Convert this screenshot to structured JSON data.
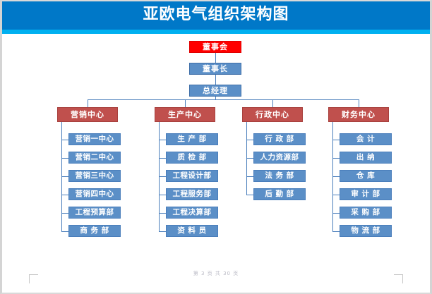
{
  "document": {
    "banner_title": "亚欧电气组织架构图",
    "footer_text": "第 3 页 共 30 页"
  },
  "colors": {
    "banner_blue": "#0078c8",
    "banner_strip_cyan": "#00b0f0",
    "root_red": "#ff0000",
    "center_red": "#c0504d",
    "node_blue": "#5b8fc7",
    "connector_blue": "#4a7ebb",
    "page_border_gray": "#d4d4d4",
    "footer_gray": "#b9b9c4"
  },
  "chart_data": {
    "type": "org-chart",
    "title": "亚欧电气组织架构图",
    "root": {
      "label": "董事会",
      "color": "#ff0000"
    },
    "executives": [
      {
        "label": "董事长",
        "color": "#5b8fc7"
      },
      {
        "label": "总经理",
        "color": "#5b8fc7"
      }
    ],
    "centers": [
      {
        "label": "营销中心",
        "color": "#c0504d",
        "children": [
          {
            "label": "营销一中心"
          },
          {
            "label": "营销二中心"
          },
          {
            "label": "营销三中心"
          },
          {
            "label": "营销四中心"
          },
          {
            "label": "工程预算部"
          },
          {
            "label": "商 务 部"
          }
        ]
      },
      {
        "label": "生产中心",
        "color": "#c0504d",
        "children": [
          {
            "label": "生 产 部"
          },
          {
            "label": "质 检 部"
          },
          {
            "label": "工程设计部"
          },
          {
            "label": "工程服务部"
          },
          {
            "label": "工程决算部"
          },
          {
            "label": "资 料 员"
          }
        ]
      },
      {
        "label": "行政中心",
        "color": "#c0504d",
        "children": [
          {
            "label": "行 政 部"
          },
          {
            "label": "人力资源部"
          },
          {
            "label": "法 务 部"
          },
          {
            "label": "后 勤 部"
          }
        ]
      },
      {
        "label": "财务中心",
        "color": "#c0504d",
        "children": [
          {
            "label": "会 计"
          },
          {
            "label": "出 纳"
          },
          {
            "label": "仓 库"
          },
          {
            "label": "审 计 部"
          },
          {
            "label": "采 购 部"
          },
          {
            "label": "物 流 部"
          }
        ]
      }
    ]
  }
}
